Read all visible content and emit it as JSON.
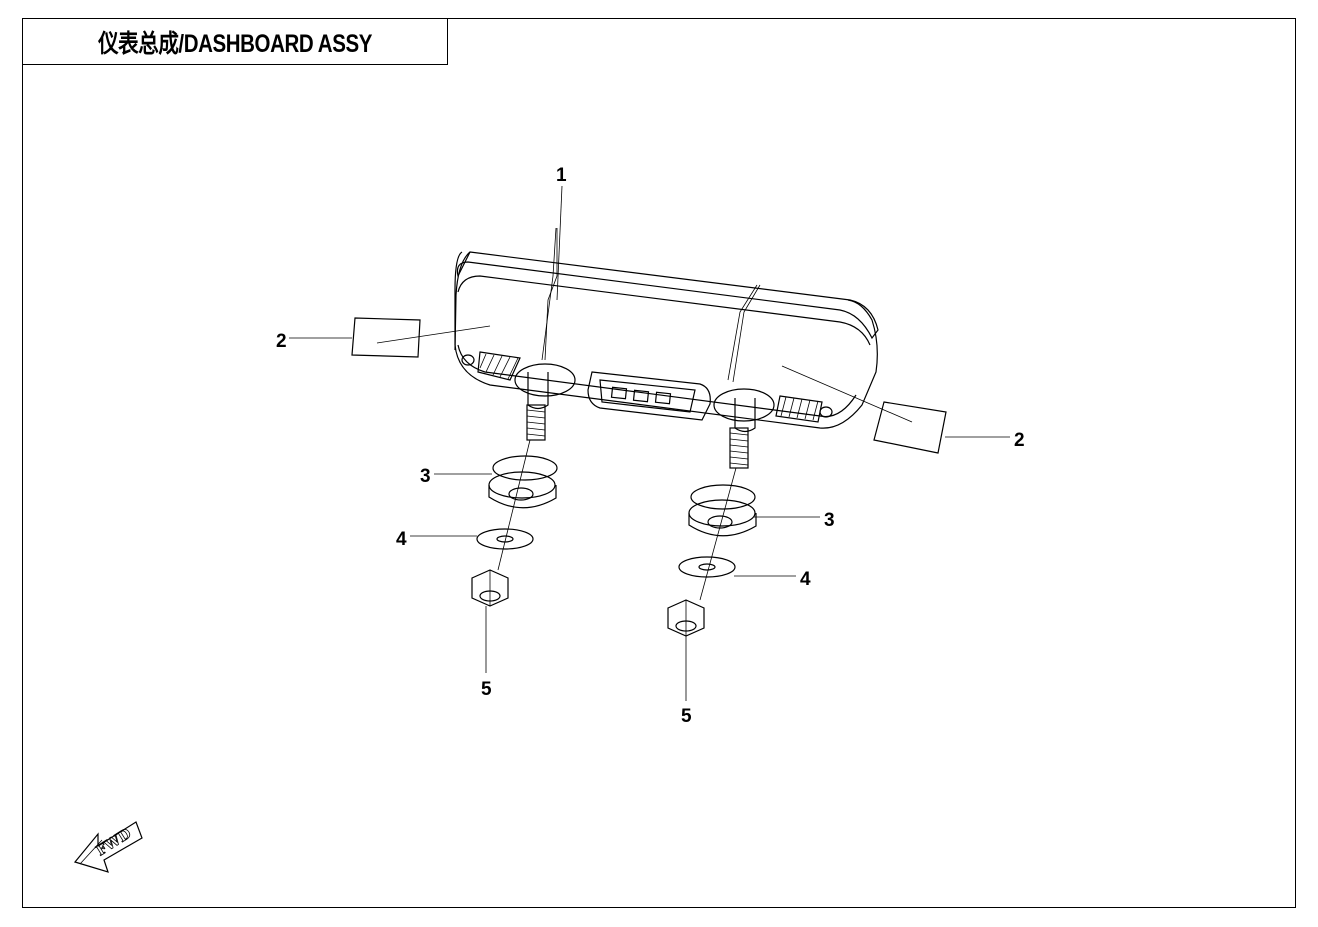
{
  "title": "仪表总成/DASHBOARD ASSY",
  "callouts": [
    {
      "id": "c1",
      "label": "1"
    },
    {
      "id": "c2a",
      "label": "2"
    },
    {
      "id": "c2b",
      "label": "2"
    },
    {
      "id": "c3a",
      "label": "3"
    },
    {
      "id": "c3b",
      "label": "3"
    },
    {
      "id": "c4a",
      "label": "4"
    },
    {
      "id": "c4b",
      "label": "4"
    },
    {
      "id": "c5a",
      "label": "5"
    },
    {
      "id": "c5b",
      "label": "5"
    }
  ],
  "fwd_arrow": {
    "label": "FWD",
    "icon": "fwd-arrow-icon"
  }
}
